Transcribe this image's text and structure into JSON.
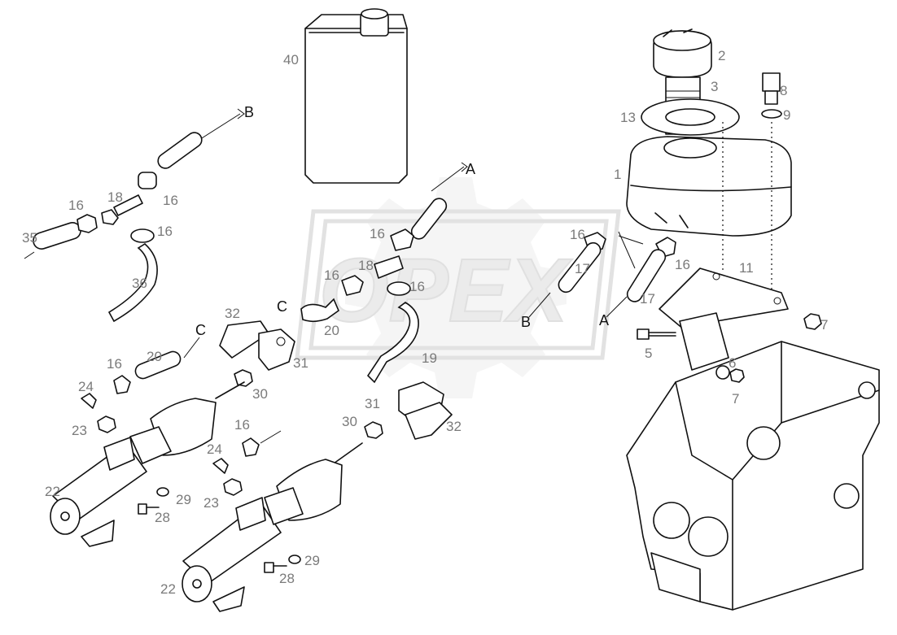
{
  "watermark": {
    "text": "OPEX"
  },
  "callouts": {
    "c40": "40",
    "c2": "2",
    "c3": "3",
    "c13": "13",
    "c8": "8",
    "c9": "9",
    "c1": "1",
    "c11": "11",
    "c7a": "7",
    "c7b": "7",
    "c5": "5",
    "c6": "6",
    "c16a": "16",
    "c16b": "16",
    "c16c": "16",
    "c16d": "16",
    "c16e": "16",
    "c16f": "16",
    "c16g": "16",
    "c16h": "16",
    "c16i": "16",
    "c16j": "16",
    "c18a": "18",
    "c18b": "18",
    "c35": "35",
    "c36": "36",
    "c17a": "17",
    "c17b": "17",
    "c20a": "20",
    "c20b": "20",
    "c19": "19",
    "c32a": "32",
    "c32b": "32",
    "c31a": "31",
    "c31b": "31",
    "c30a": "30",
    "c30b": "30",
    "c24a": "24",
    "c24b": "24",
    "c23a": "23",
    "c23b": "23",
    "c22a": "22",
    "c22b": "22",
    "c29a": "29",
    "c29b": "29",
    "c28a": "28",
    "c28b": "28"
  },
  "connectors": {
    "B_top": "B",
    "A_top": "A",
    "C_mid": "C",
    "C_left": "C",
    "B_right": "B",
    "A_right": "A"
  }
}
